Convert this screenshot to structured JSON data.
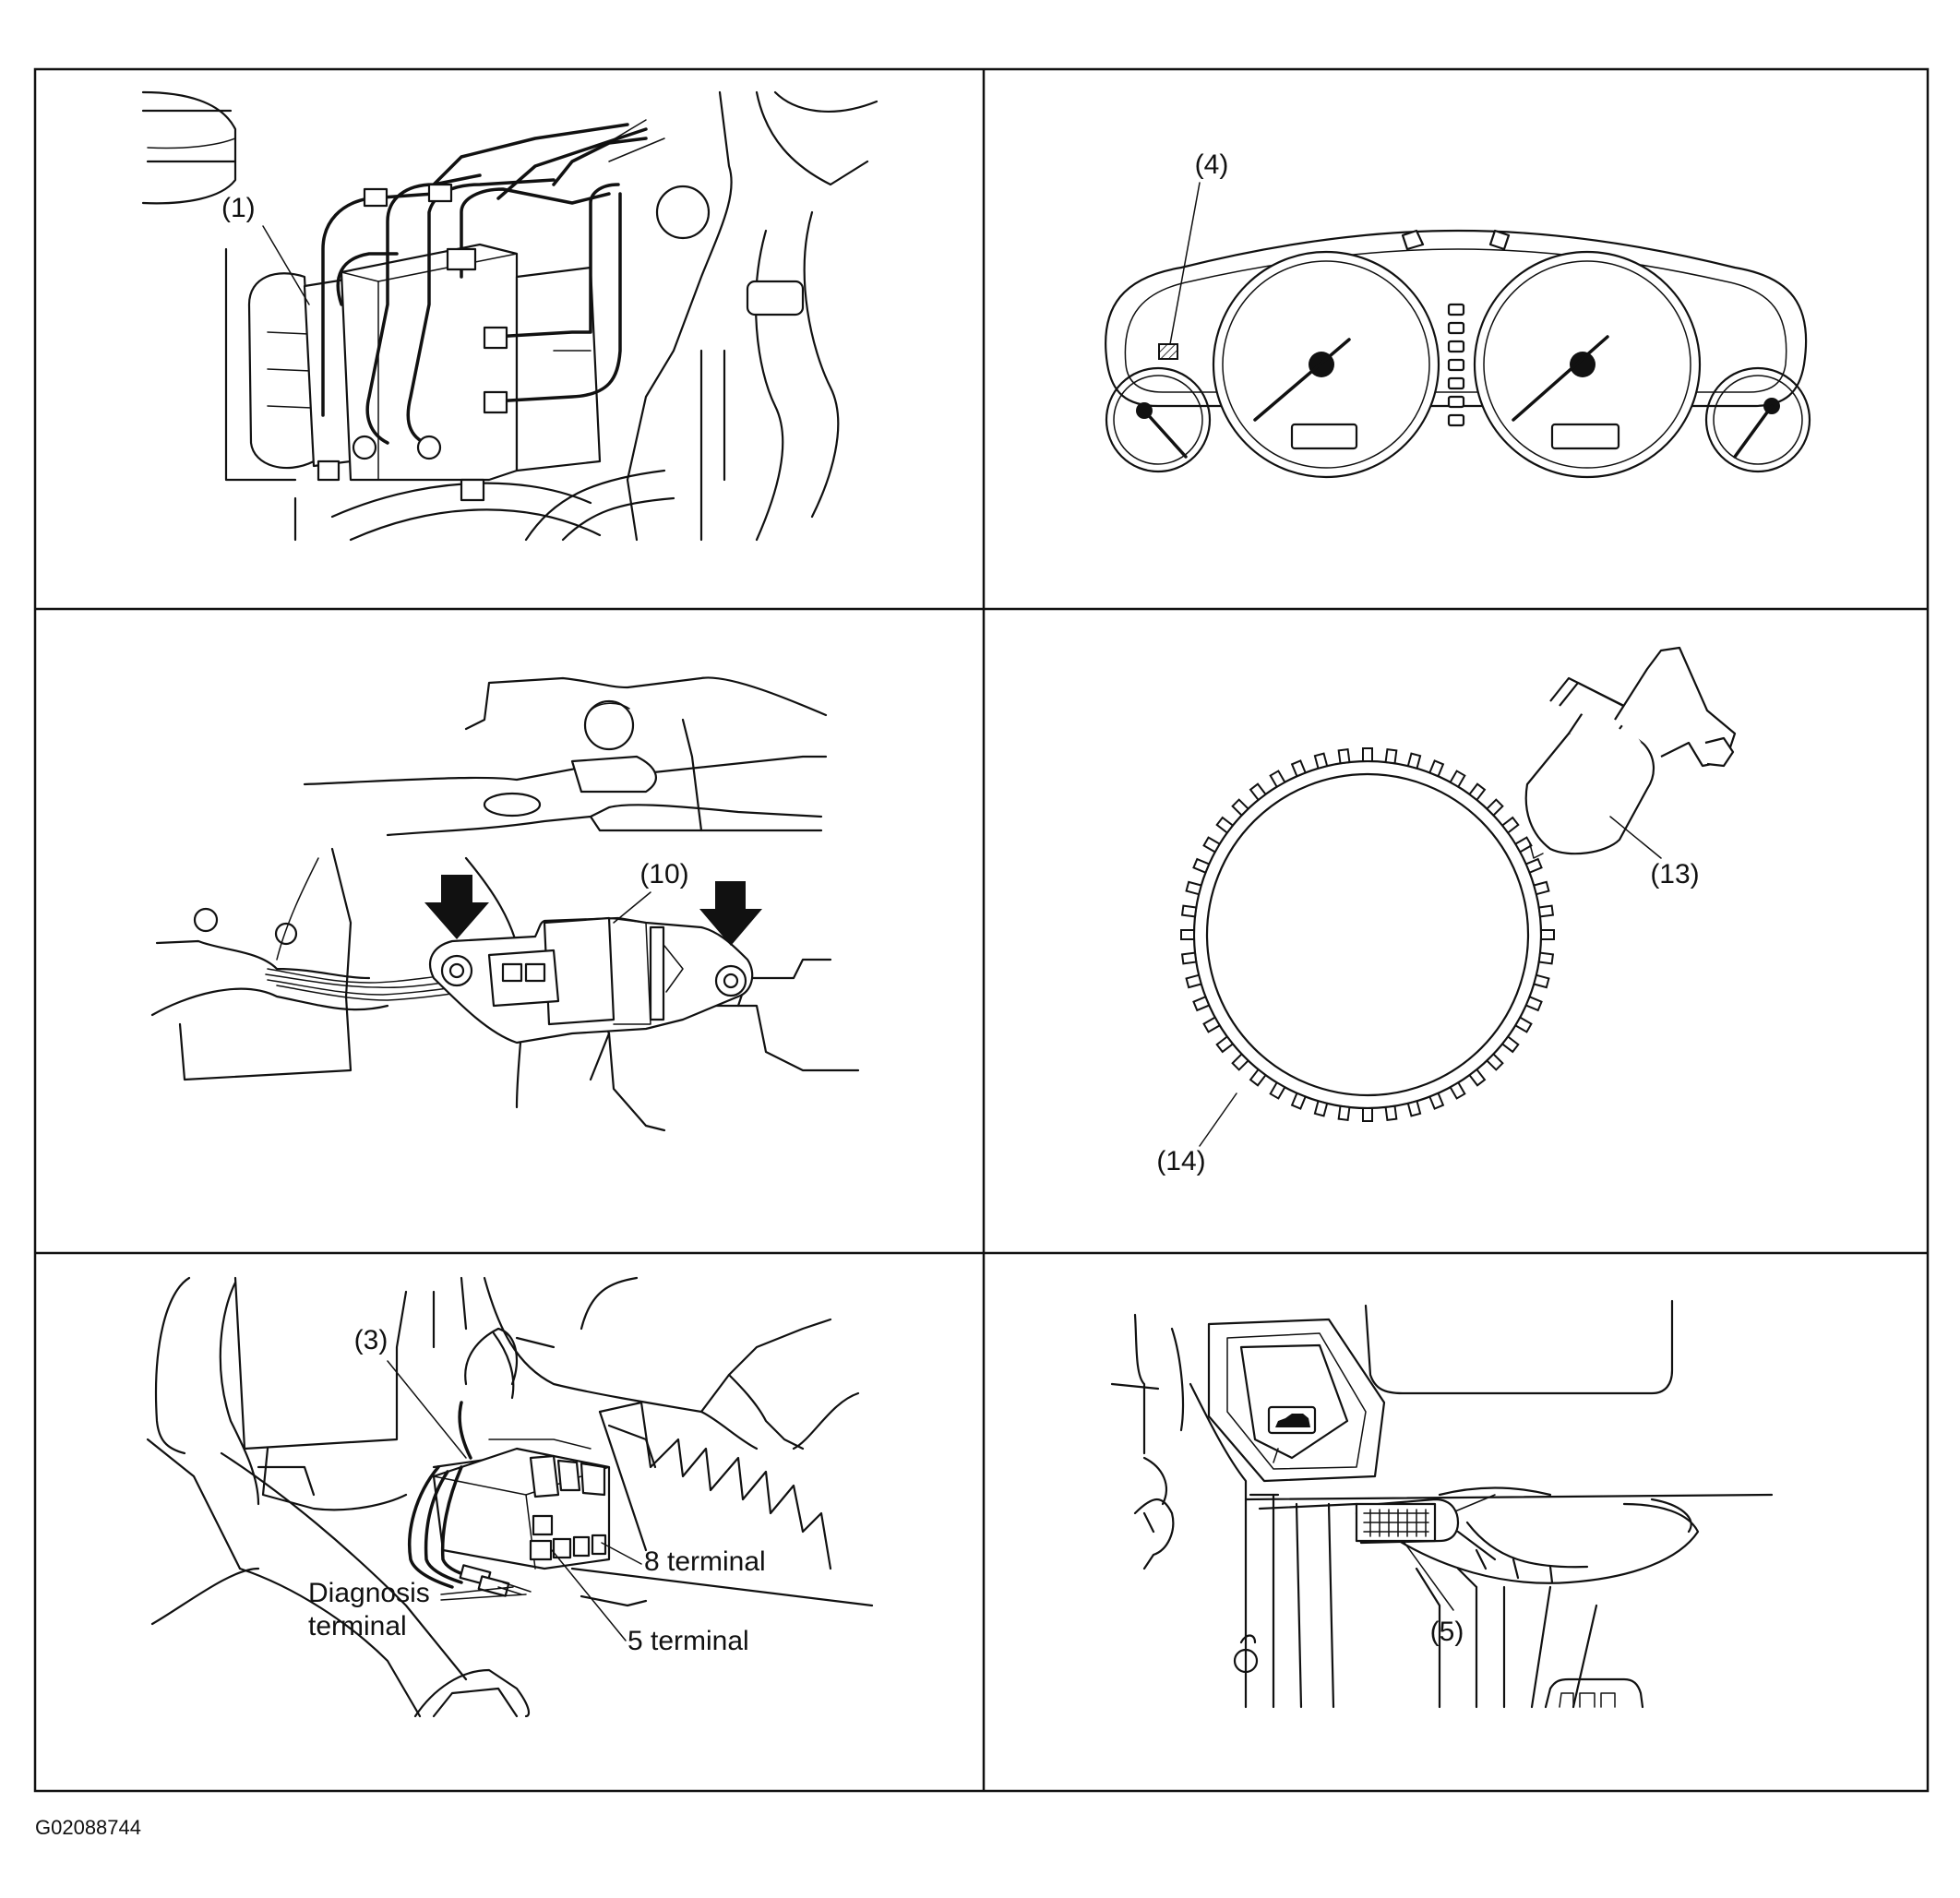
{
  "panels": [
    {
      "id": "hydraulic-unit",
      "callouts": [
        "(1)"
      ]
    },
    {
      "id": "combination-meter",
      "callouts": [
        "(4)"
      ]
    },
    {
      "id": "g-sensor",
      "callouts": [
        "(10)"
      ]
    },
    {
      "id": "wheel-speed-sensor",
      "callouts": [
        "(13)",
        "(14)"
      ]
    },
    {
      "id": "diagnosis-connector",
      "callouts": [
        "(3)",
        "8 terminal",
        "Diagnosis",
        "terminal",
        "5 terminal"
      ]
    },
    {
      "id": "data-link-connector",
      "callouts": [
        "(5)"
      ]
    }
  ],
  "figure_code": "G02088744"
}
